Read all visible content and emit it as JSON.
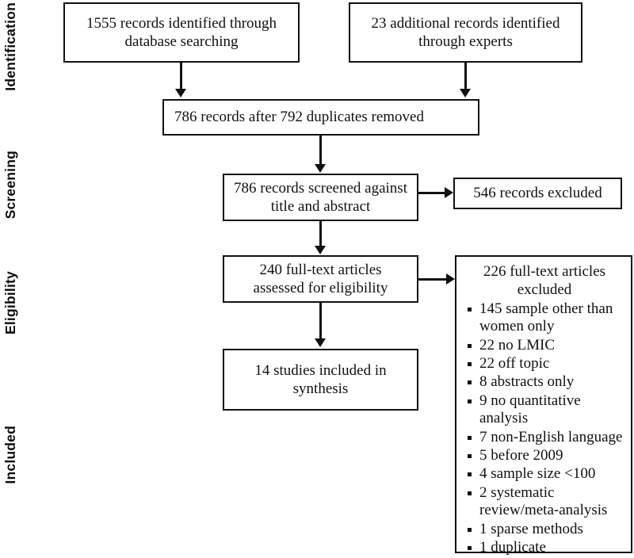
{
  "diagram": {
    "type": "prisma-flow-diagram",
    "stages": [
      {
        "id": "identification",
        "label": "Identification"
      },
      {
        "id": "screening",
        "label": "Screening"
      },
      {
        "id": "eligibility",
        "label": "Eligibility"
      },
      {
        "id": "included",
        "label": "Included"
      }
    ],
    "boxes": {
      "database_records": {
        "line1": "1555 records identified through",
        "line2": "database searching"
      },
      "expert_records": {
        "line1": "23 additional records identified",
        "line2": "through experts"
      },
      "duplicates_removed": {
        "line1": "786 records after 792 duplicates removed"
      },
      "records_screened": {
        "line1": "786 records screened against",
        "line2": "title and abstract"
      },
      "records_excluded": {
        "line1": "546 records excluded"
      },
      "fulltext_assessed": {
        "line1": "240 full-text articles",
        "line2": "assessed for eligibility"
      },
      "studies_included": {
        "line1": "14 studies included in",
        "line2": "synthesis"
      },
      "fulltext_excluded": {
        "title_line1": "226 full-text articles",
        "title_line2": "excluded",
        "reasons": [
          "145 sample other than women only",
          "22 no LMIC",
          "22 off topic",
          "8 abstracts only",
          "9 no quantitative analysis",
          "7 non-English language",
          "5 before 2009",
          "4 sample size <100",
          "2 systematic review/meta-analysis",
          "1 sparse methods",
          "1 duplicate"
        ]
      }
    },
    "colors": {
      "stroke": "#111111",
      "background": "#ffffff",
      "text": "#111111"
    }
  }
}
